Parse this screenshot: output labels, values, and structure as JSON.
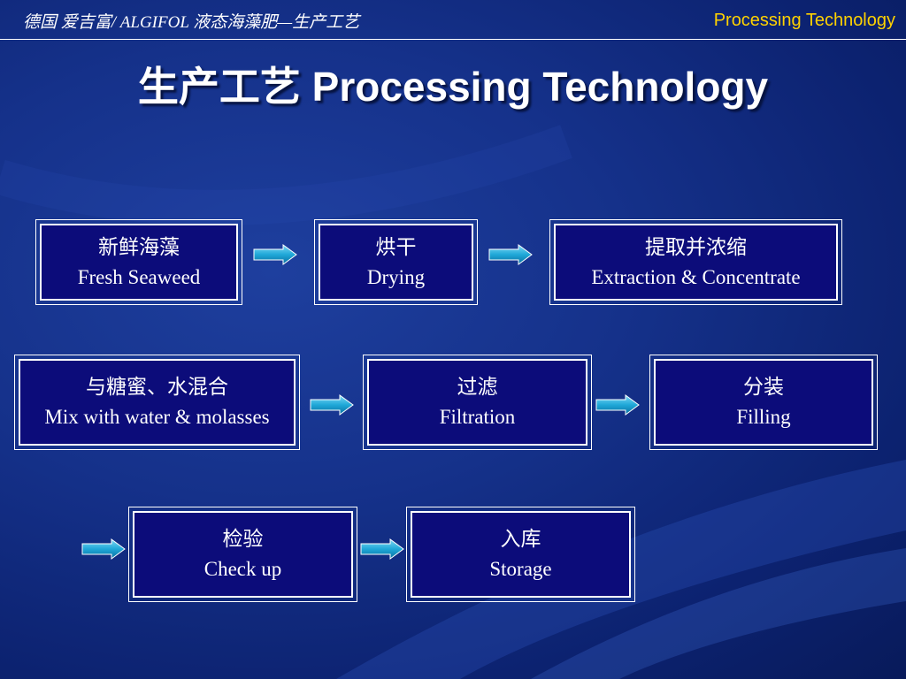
{
  "header": {
    "left_text": "德国 爱吉富/ ALGIFOL 液态海藻肥—生产工艺",
    "right_text": "Processing Technology"
  },
  "title": "生产工艺 Processing Technology",
  "colors": {
    "background": "#15318a",
    "box_fill": "#0c0c7a",
    "arrow_fill": "#1fa8d8",
    "header_accent": "#ffd200",
    "text": "#ffffff"
  },
  "steps": [
    {
      "zh": "新鲜海藻",
      "en": "Fresh Seaweed"
    },
    {
      "zh": "烘干",
      "en": "Drying"
    },
    {
      "zh": "提取并浓缩",
      "en": "Extraction & Concentrate"
    },
    {
      "zh": "与糖蜜、水混合",
      "en": "Mix with water & molasses"
    },
    {
      "zh": "过滤",
      "en": "Filtration"
    },
    {
      "zh": "分装",
      "en": "Filling"
    },
    {
      "zh": "检验",
      "en": "Check up"
    },
    {
      "zh": "入库",
      "en": "Storage"
    }
  ],
  "arrow_icon": "right-arrow-icon"
}
